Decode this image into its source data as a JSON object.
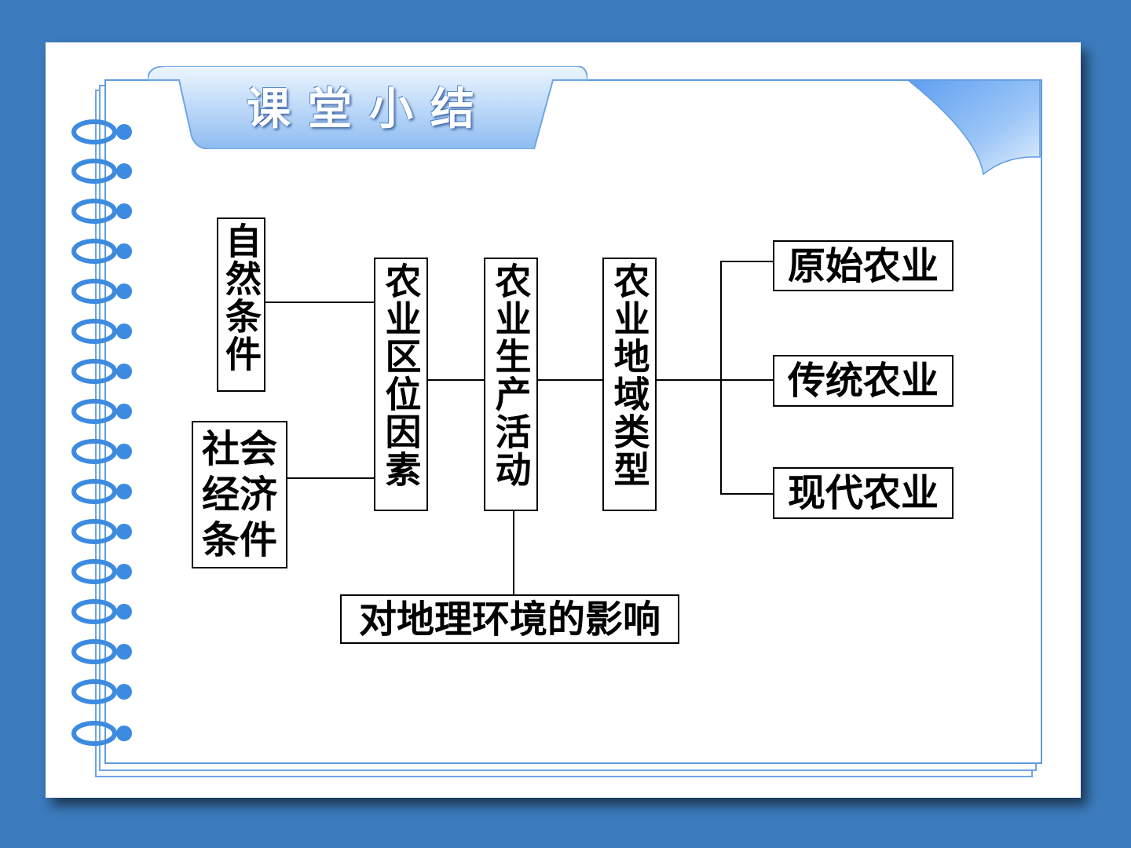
{
  "header": {
    "title": "课堂小结"
  },
  "diagram": {
    "natural_conditions": "自然条件",
    "socio_economic_conditions": "社会经济条件",
    "location_factors": "农业区位因素",
    "production_activity": "农业生产活动",
    "regional_types": "农业地域类型",
    "primitive_agriculture": "原始农业",
    "traditional_agriculture": "传统农业",
    "modern_agriculture": "现代农业",
    "environmental_impact": "对地理环境的影响"
  },
  "colors": {
    "background": "#3c7bbd",
    "tab_light": "#d8e9fb",
    "tab_dark": "#8dbcf1",
    "spiral": "#3c8be0",
    "page_border": "#5e9be0"
  }
}
